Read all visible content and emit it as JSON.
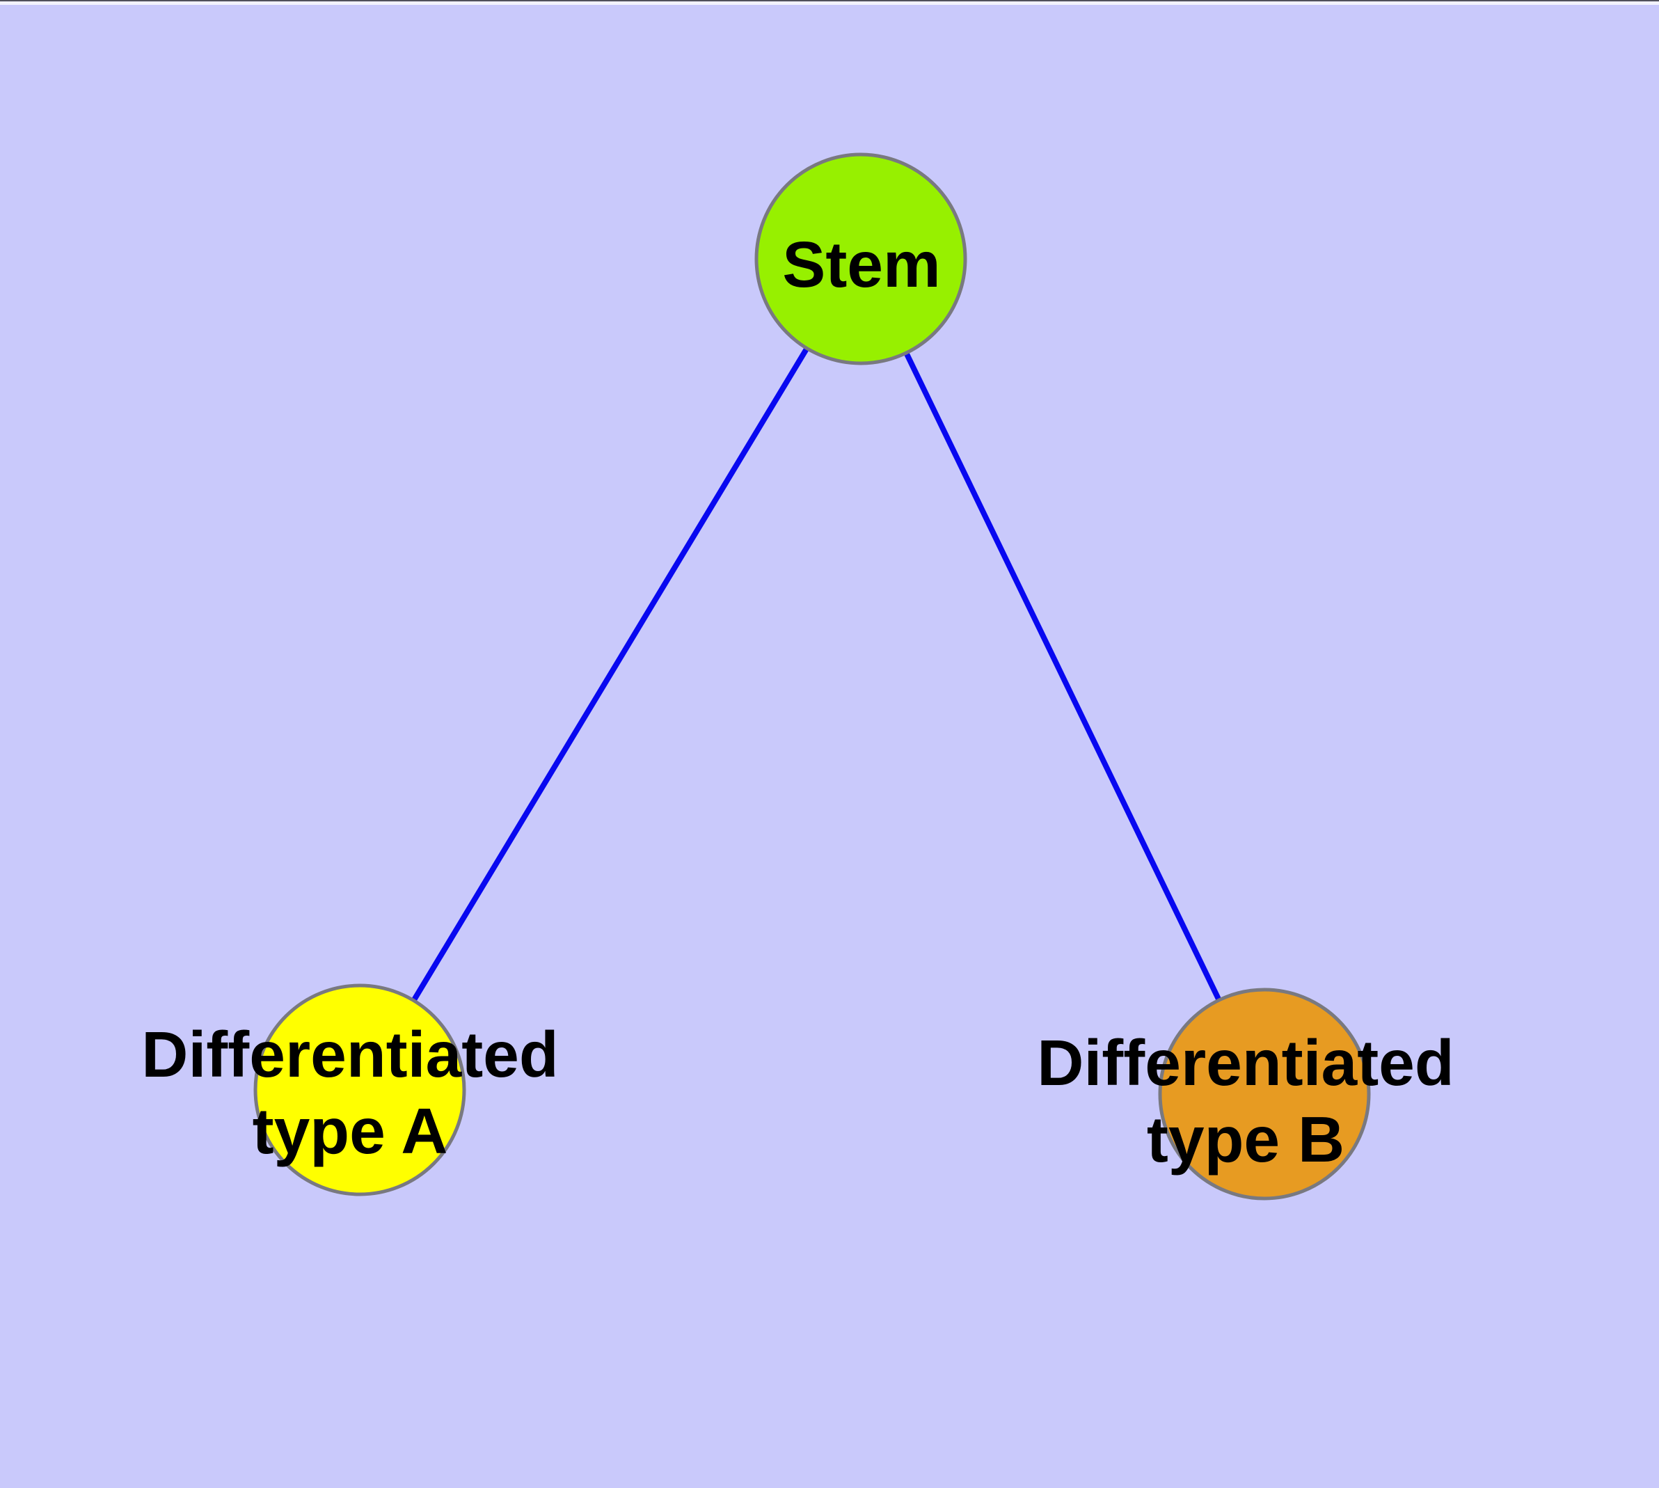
{
  "diagram": {
    "type": "graph",
    "colors": {
      "background": "#C9C9FB",
      "edge": "#0808F0",
      "node_border": "#797980",
      "label": "#000000",
      "top_edge_line": "#50505A",
      "top_edge_strip": "#F2F2FD"
    },
    "nodes": [
      {
        "id": "stem",
        "label": "Stem",
        "fill": "#97F000",
        "label_lines": [
          "Stem"
        ]
      },
      {
        "id": "differentiated-type-a",
        "label": "Differentiated type A",
        "fill": "#FFFF00",
        "label_lines": [
          "Differentiated",
          "type A"
        ]
      },
      {
        "id": "differentiated-type-b",
        "label": "Differentiated type B",
        "fill": "#E79B22",
        "label_lines": [
          "Differentiated",
          "type B"
        ]
      }
    ],
    "edges": [
      {
        "from": "stem",
        "to": "differentiated-type-a"
      },
      {
        "from": "stem",
        "to": "differentiated-type-b"
      }
    ]
  }
}
